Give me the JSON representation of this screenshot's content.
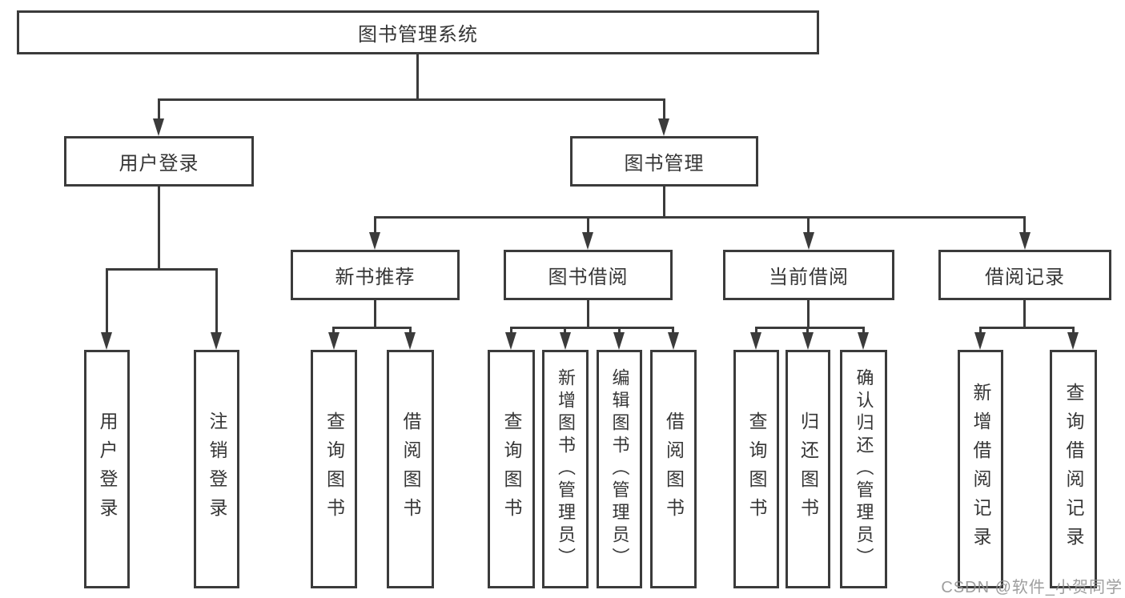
{
  "colors": {
    "line": "#3b3b3b",
    "text": "#363636",
    "background": "#ffffff",
    "watermark": "#919191"
  },
  "watermark": {
    "text": "CSDN @软件_小贺同学"
  },
  "diagram": {
    "root": {
      "label": "图书管理系统"
    },
    "branches": [
      {
        "label": "用户登录",
        "children": [
          {
            "label": "用户登录"
          },
          {
            "label": "注销登录"
          }
        ]
      },
      {
        "label": "图书管理",
        "children": [
          {
            "label": "新书推荐",
            "children": [
              {
                "label": "查询图书"
              },
              {
                "label": "借阅图书"
              }
            ]
          },
          {
            "label": "图书借阅",
            "children": [
              {
                "label": "查询图书"
              },
              {
                "label": "新增图书（管理员）"
              },
              {
                "label": "编辑图书（管理员）"
              },
              {
                "label": "借阅图书"
              }
            ]
          },
          {
            "label": "当前借阅",
            "children": [
              {
                "label": "查询图书"
              },
              {
                "label": "归还图书"
              },
              {
                "label": "确认归还（管理员）"
              }
            ]
          },
          {
            "label": "借阅记录",
            "children": [
              {
                "label": "新增借阅记录"
              },
              {
                "label": "查询借阅记录"
              }
            ]
          }
        ]
      }
    ]
  }
}
